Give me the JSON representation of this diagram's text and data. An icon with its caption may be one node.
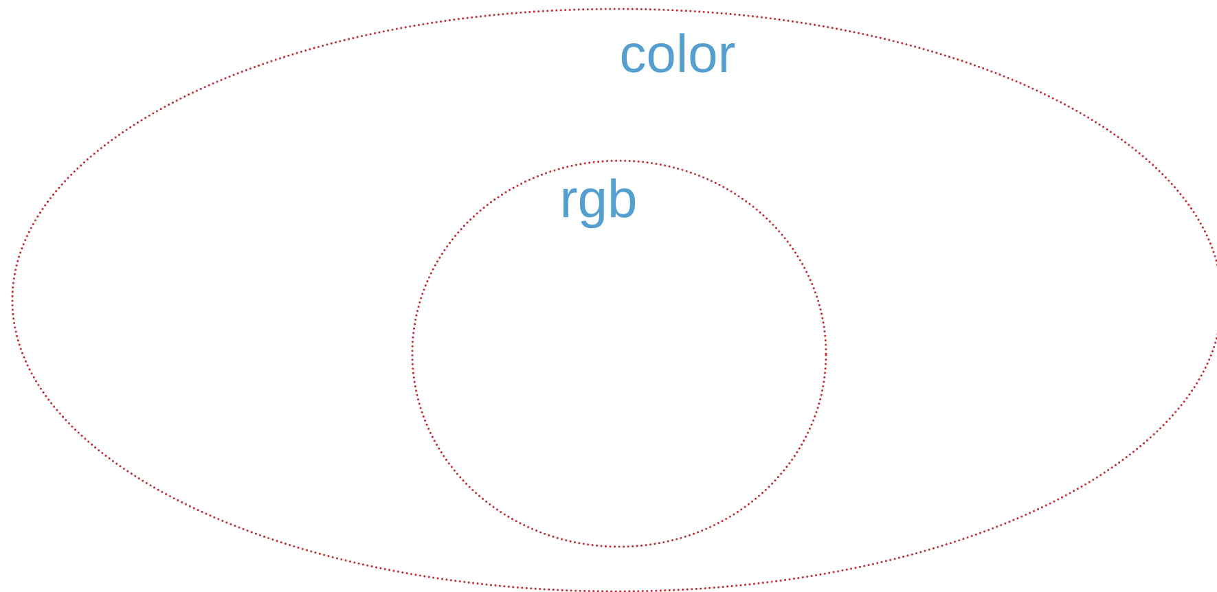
{
  "diagram": {
    "nodes": [
      {
        "text": [
          "color"
        ]
      },
      {
        "text": [
          "rgb"
        ],
        "in": 0
      }
    ]
  }
}
